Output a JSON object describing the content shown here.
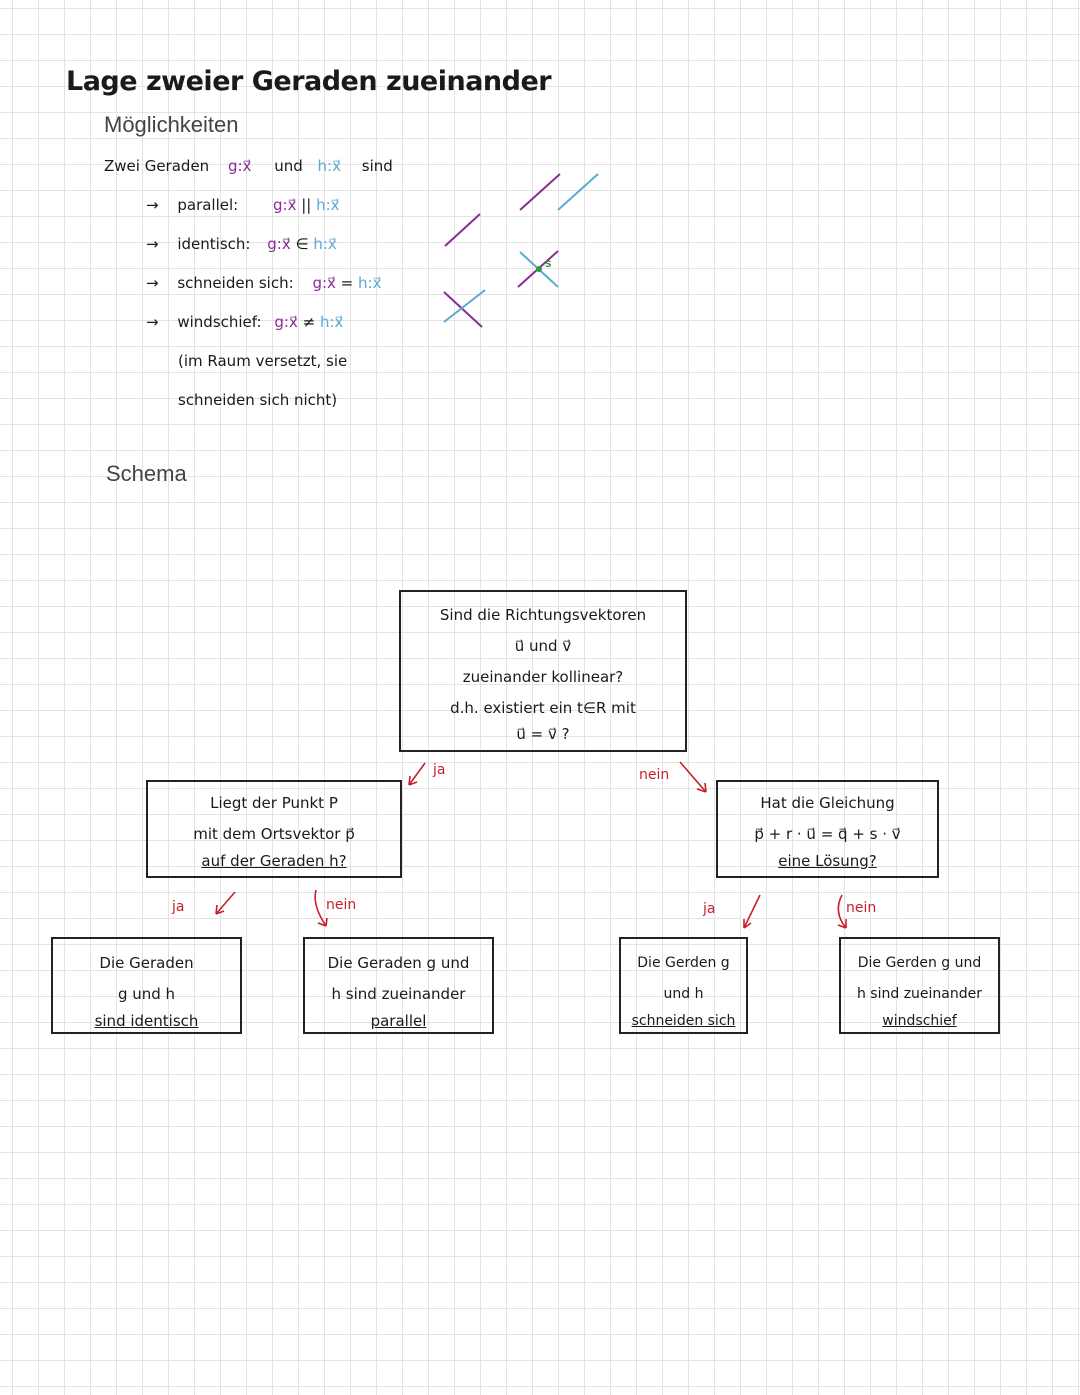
{
  "title": "Lage zweier Geraden zueinander",
  "section_moeglichkeiten": "Möglichkeiten",
  "intro": {
    "prefix": "Zwei Geraden",
    "g": "g:x⃗",
    "und": "und",
    "h": "h:x⃗",
    "suffix": "sind"
  },
  "cases": [
    {
      "arrow": "→",
      "label": "parallel:",
      "g": "g:x⃗",
      "op": "||",
      "h": "h:x⃗"
    },
    {
      "arrow": "→",
      "label": "identisch:",
      "g": "g:x⃗",
      "op": "∈",
      "h": "h:x⃗"
    },
    {
      "arrow": "→",
      "label": "schneiden sich:",
      "g": "g:x⃗",
      "op": "=",
      "h": "h:x⃗"
    },
    {
      "arrow": "→",
      "label": "windschief:",
      "g": "g:x⃗",
      "op": "≠",
      "h": "h:x⃗"
    }
  ],
  "note_line1": "(im Raum versetzt, sie",
  "note_line2": "schneiden sich nicht)",
  "sketch_label_s": "S",
  "section_schema": "Schema",
  "flow": {
    "root": [
      "Sind die Richtungsvektoren",
      "u⃗ und v⃗",
      "zueinander kollinear?",
      "d.h. existiert ein t∈R mit",
      "u⃗ = v⃗ ?"
    ],
    "root_yes": "ja",
    "root_no": "nein",
    "left_question": [
      "Liegt der Punkt P",
      "mit dem Ortsvektor p⃗",
      "auf der Geraden h?"
    ],
    "left_yes": "ja",
    "left_no": "nein",
    "right_question": [
      "Hat die Gleichung",
      "p⃗ + r · u⃗ = q⃗ + s · v⃗",
      "eine Lösung?"
    ],
    "right_yes": "ja",
    "right_no": "nein",
    "result_identisch": [
      "Die Geraden",
      "g und h",
      "sind identisch"
    ],
    "result_parallel": [
      "Die Geraden g und",
      "h sind zueinander",
      "parallel"
    ],
    "result_schneiden": [
      "Die Gerden g",
      "und h",
      "schneiden sich"
    ],
    "result_windschief": [
      "Die Gerden g und",
      "h sind zueinander",
      "windschief"
    ]
  },
  "colors": {
    "g_color": "#8a2b96",
    "h_color": "#5aa9d6",
    "answer_color": "#c8202a",
    "intersection_color": "#2e9a3a"
  }
}
